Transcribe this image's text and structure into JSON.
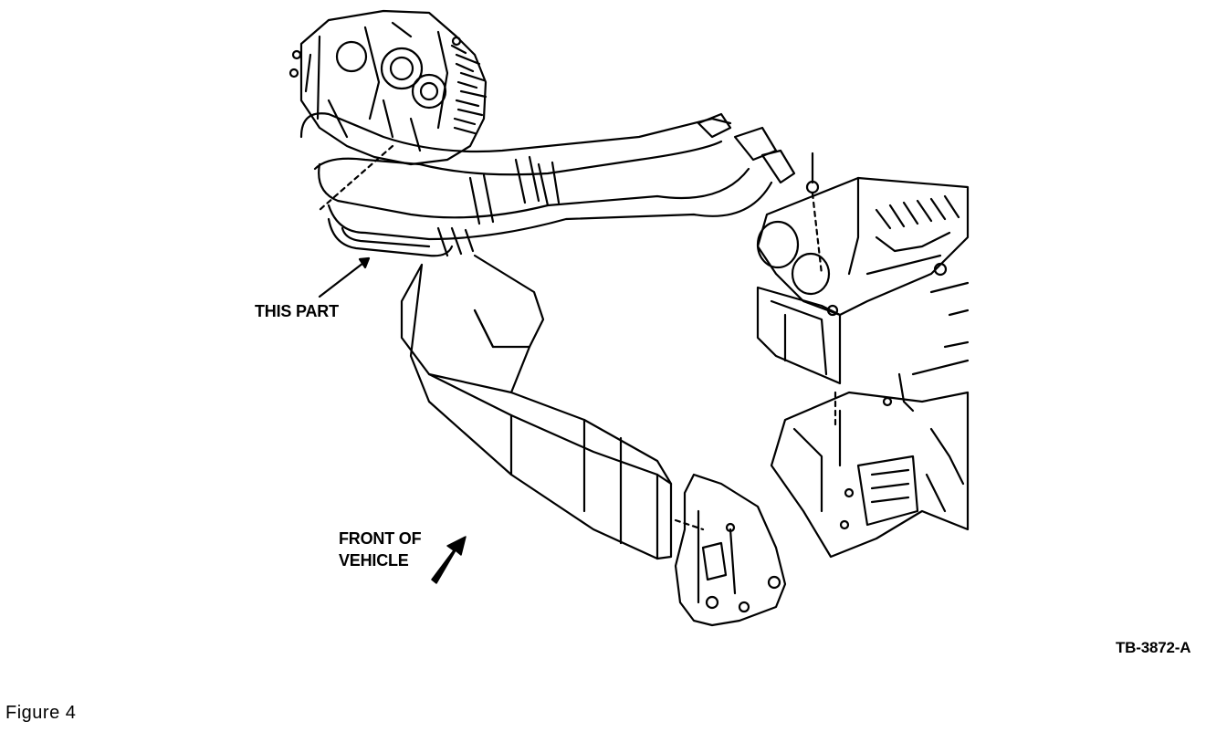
{
  "callouts": {
    "this_part": "THIS PART",
    "front_line1": "FRONT OF",
    "front_line2": "VEHICLE",
    "reference": "TB-3872-A"
  },
  "caption": "Figure 4",
  "colors": {
    "ink": "#000000",
    "paper": "#ffffff"
  }
}
